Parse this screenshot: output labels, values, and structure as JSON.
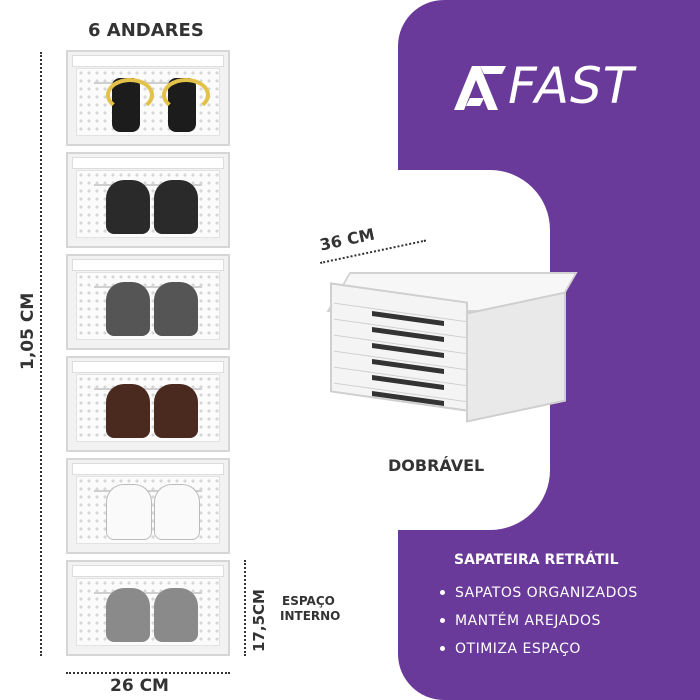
{
  "brand": {
    "logo_text": "FAST",
    "logo_full": "ATFAST"
  },
  "tower": {
    "title": "6 ANDARES",
    "height_label": "1,05 CM",
    "width_label": "26 CM",
    "drawer_height_label": "17,5CM",
    "drawer_note_line1": "ESPAÇO",
    "drawer_note_line2": "INTERNO",
    "drawer_count": 6
  },
  "folded": {
    "width_label": "36 CM",
    "caption": "DOBRÁVEL"
  },
  "features": {
    "title": "SAPATEIRA RETRÁTIL",
    "items": [
      "SAPATOS ORGANIZADOS",
      "MANTÉM  AREJADOS",
      "OTIMIZA ESPAÇO"
    ]
  },
  "colors": {
    "accent": "#6a3a9b",
    "text": "#333333"
  }
}
